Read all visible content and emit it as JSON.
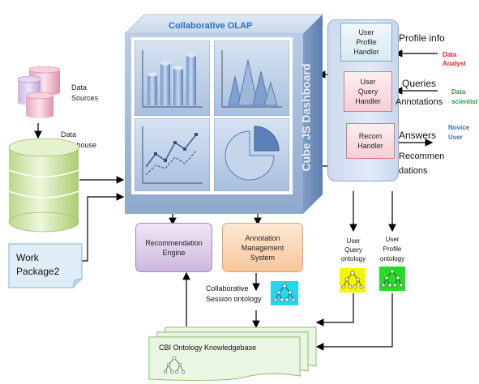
{
  "olap": {
    "title": "Collaborative OLAP",
    "side_label": "Cube JS Dashboard",
    "charts": [
      "3d-bar-chart-icon",
      "peak-chart-icon",
      "line-chart-icon",
      "pie-chart-icon"
    ]
  },
  "sources": {
    "data_sources": "Data\nSources",
    "data_warehouse": "Data\nwarehouse"
  },
  "work_package": "Work\nPackage2",
  "recommendation_engine": "Recommendation\nEngine",
  "annotation_system": "Annotation\nManagement\nSystem",
  "handlers": {
    "user_profile": "User\nProfile\nHandler",
    "user_query": "User\nQuery\nHandler",
    "recom": "Recom\nHandler"
  },
  "labels": {
    "profile_info": "Profile info",
    "queries": "Queries",
    "annotations": "Annotations",
    "answers": "Answers",
    "recommendations": "Recommen\ndations"
  },
  "users": {
    "data_analyst": "Data\nAnalyst",
    "data_scientist": "Data\nscientist",
    "novice_user": "Novice\nUser"
  },
  "ontologies": {
    "user_query": "User\nQuery\nontology",
    "user_profile": "User\nProfile\nontology",
    "collaborative_session": "Collaborative\nSession ontology",
    "knowledgebase": "CBI Ontology Knowledgebase"
  },
  "colors": {
    "data_analyst": "#e8201c",
    "data_scientist": "#1fa040",
    "novice_user": "#3a6fc4",
    "olap_title": "#2a6fc9",
    "query_ontology": "#f5f500",
    "profile_ontology": "#22dd22",
    "session_ontology": "#22d8ee"
  }
}
